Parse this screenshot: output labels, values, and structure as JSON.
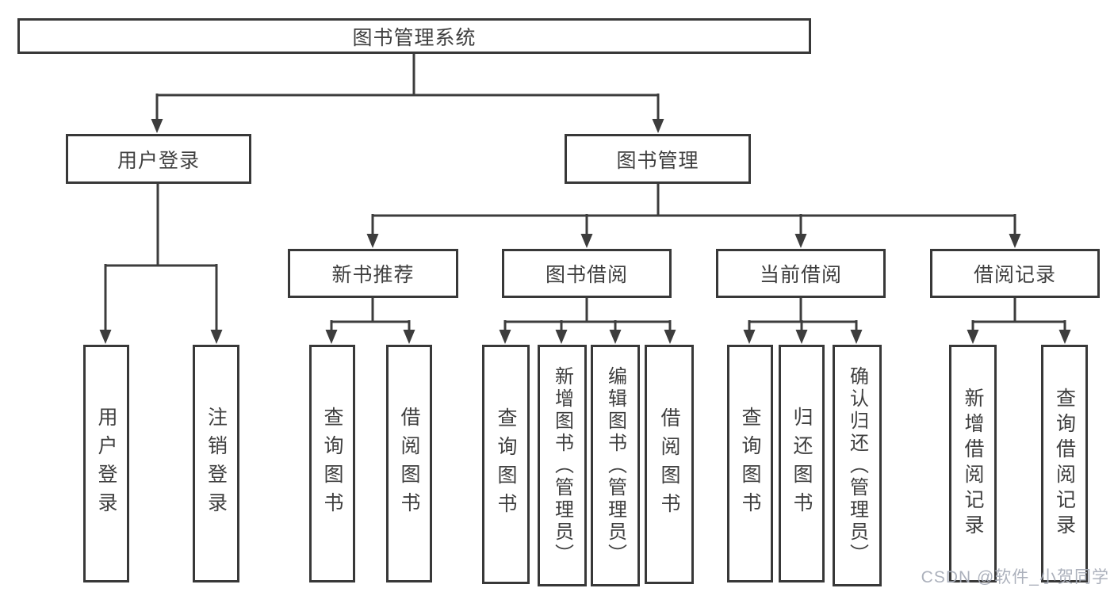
{
  "watermark": "CSDN @软件_小贺同学",
  "tree": {
    "root": {
      "label": "图书管理系统"
    },
    "branches": [
      {
        "label": "用户登录",
        "children": [
          {
            "label": "用户登录"
          },
          {
            "label": "注销登录"
          }
        ]
      },
      {
        "label": "图书管理",
        "children": [
          {
            "label": "新书推荐",
            "children": [
              {
                "label": "查询图书"
              },
              {
                "label": "借阅图书"
              }
            ]
          },
          {
            "label": "图书借阅",
            "children": [
              {
                "label": "查询图书"
              },
              {
                "label": "新增图书（管理员）"
              },
              {
                "label": "编辑图书（管理员）"
              },
              {
                "label": "借阅图书"
              }
            ]
          },
          {
            "label": "当前借阅",
            "children": [
              {
                "label": "查询图书"
              },
              {
                "label": "归还图书"
              },
              {
                "label": "确认归还（管理员）"
              }
            ]
          },
          {
            "label": "借阅记录",
            "children": [
              {
                "label": "新增借阅记录"
              },
              {
                "label": "查询借阅记录"
              }
            ]
          }
        ]
      }
    ]
  }
}
